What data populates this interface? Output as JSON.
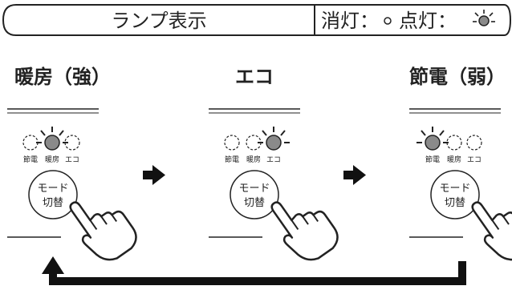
{
  "header": {
    "label": "ランプ表示",
    "legend_off": "消灯：",
    "legend_on": "点灯：",
    "off_icon": "unlit-lamp-icon",
    "on_icon": "lit-lamp-icon"
  },
  "modes": [
    {
      "title": "暖房（強）",
      "lamps": [
        {
          "label": "節電",
          "lit": false
        },
        {
          "label": "暖房",
          "lit": true
        },
        {
          "label": "エコ",
          "lit": false
        }
      ],
      "button": {
        "line1": "モード",
        "line2": "切替"
      }
    },
    {
      "title": "エコ",
      "lamps": [
        {
          "label": "節電",
          "lit": false
        },
        {
          "label": "暖房",
          "lit": false
        },
        {
          "label": "エコ",
          "lit": true
        }
      ],
      "button": {
        "line1": "モード",
        "line2": "切替"
      }
    },
    {
      "title": "節電（弱）",
      "lamps": [
        {
          "label": "節電",
          "lit": true
        },
        {
          "label": "暖房",
          "lit": false
        },
        {
          "label": "エコ",
          "lit": false
        }
      ],
      "button": {
        "line1": "モード",
        "line2": "切替"
      }
    }
  ],
  "colors": {
    "lit_lamp": "#8a8a8a",
    "line": "#222222"
  }
}
